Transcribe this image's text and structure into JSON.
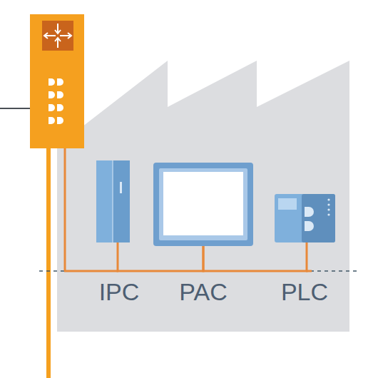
{
  "diagram": {
    "nodes": [
      {
        "text": [
          "IPC"
        ]
      },
      {
        "text": [
          "PAC"
        ]
      },
      {
        "text": [
          "PLC"
        ]
      }
    ],
    "edges": [
      {
        "from": 0,
        "to": 1,
        "arrow": "none"
      },
      {
        "from": 1,
        "to": 2,
        "arrow": "none"
      }
    ]
  }
}
